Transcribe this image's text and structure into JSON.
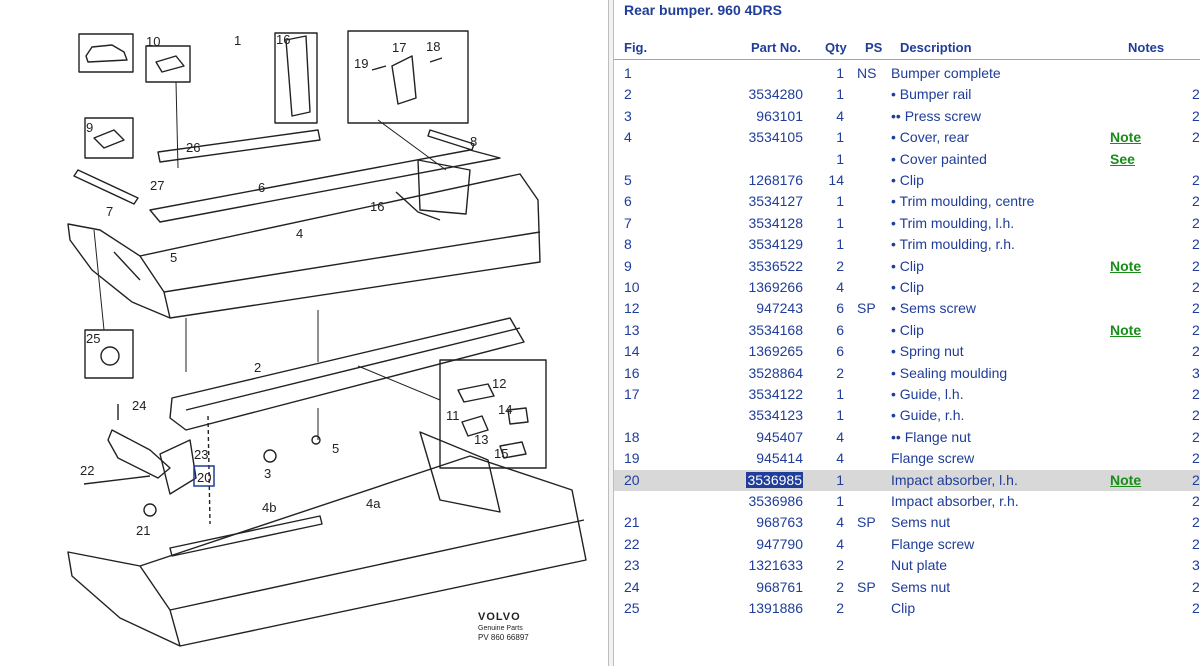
{
  "panel": {
    "title": "Rear bumper. 960 4DRS",
    "headers": {
      "fig": "Fig.",
      "part": "Part No.",
      "qty": "Qty",
      "ps": "PS",
      "desc": "Description",
      "notes": "Notes"
    }
  },
  "rows": [
    {
      "fig": "1",
      "part": "",
      "qty": "1",
      "ps": "NS",
      "desc": "Bumper complete",
      "note": "",
      "extra": ""
    },
    {
      "fig": "2",
      "part": "3534280",
      "qty": "1",
      "ps": "",
      "desc": "• Bumper rail",
      "note": "",
      "extra": "2"
    },
    {
      "fig": "3",
      "part": "963101",
      "qty": "4",
      "ps": "",
      "desc": "•• Press screw",
      "note": "",
      "extra": "2"
    },
    {
      "fig": "4",
      "part": "3534105",
      "qty": "1",
      "ps": "",
      "desc": "• Cover, rear",
      "note": "Note",
      "extra": "2"
    },
    {
      "fig": "",
      "part": "",
      "qty": "1",
      "ps": "",
      "desc": "• Cover painted",
      "note": "See",
      "extra": ""
    },
    {
      "fig": "5",
      "part": "1268176",
      "qty": "14",
      "ps": "",
      "desc": "• Clip",
      "note": "",
      "extra": "2"
    },
    {
      "fig": "6",
      "part": "3534127",
      "qty": "1",
      "ps": "",
      "desc": "• Trim moulding, centre",
      "note": "",
      "extra": "2"
    },
    {
      "fig": "7",
      "part": "3534128",
      "qty": "1",
      "ps": "",
      "desc": "• Trim moulding, l.h.",
      "note": "",
      "extra": "2"
    },
    {
      "fig": "8",
      "part": "3534129",
      "qty": "1",
      "ps": "",
      "desc": "• Trim moulding, r.h.",
      "note": "",
      "extra": "2"
    },
    {
      "fig": "9",
      "part": "3536522",
      "qty": "2",
      "ps": "",
      "desc": "• Clip",
      "note": "Note",
      "extra": "2"
    },
    {
      "fig": "10",
      "part": "1369266",
      "qty": "4",
      "ps": "",
      "desc": "• Clip",
      "note": "",
      "extra": "2"
    },
    {
      "fig": "12",
      "part": "947243",
      "qty": "6",
      "ps": "SP",
      "desc": "• Sems screw",
      "note": "",
      "extra": "2"
    },
    {
      "fig": "13",
      "part": "3534168",
      "qty": "6",
      "ps": "",
      "desc": "• Clip",
      "note": "Note",
      "extra": "2"
    },
    {
      "fig": "14",
      "part": "1369265",
      "qty": "6",
      "ps": "",
      "desc": "• Spring nut",
      "note": "",
      "extra": "2"
    },
    {
      "fig": "16",
      "part": "3528864",
      "qty": "2",
      "ps": "",
      "desc": "• Sealing moulding",
      "note": "",
      "extra": "3"
    },
    {
      "fig": "17",
      "part": "3534122",
      "qty": "1",
      "ps": "",
      "desc": "• Guide, l.h.",
      "note": "",
      "extra": "2"
    },
    {
      "fig": "",
      "part": "3534123",
      "qty": "1",
      "ps": "",
      "desc": "• Guide, r.h.",
      "note": "",
      "extra": "2"
    },
    {
      "fig": "18",
      "part": "945407",
      "qty": "4",
      "ps": "",
      "desc": "•• Flange nut",
      "note": "",
      "extra": "2"
    },
    {
      "fig": "19",
      "part": "945414",
      "qty": "4",
      "ps": "",
      "desc": "Flange screw",
      "note": "",
      "extra": "2"
    },
    {
      "fig": "20",
      "part": "3536985",
      "qty": "1",
      "ps": "",
      "desc": "Impact absorber, l.h.",
      "note": "Note",
      "extra": "2",
      "selected": true
    },
    {
      "fig": "",
      "part": "3536986",
      "qty": "1",
      "ps": "",
      "desc": "Impact absorber, r.h.",
      "note": "",
      "extra": "2"
    },
    {
      "fig": "21",
      "part": "968763",
      "qty": "4",
      "ps": "SP",
      "desc": "Sems nut",
      "note": "",
      "extra": "2"
    },
    {
      "fig": "22",
      "part": "947790",
      "qty": "4",
      "ps": "",
      "desc": "Flange screw",
      "note": "",
      "extra": "2"
    },
    {
      "fig": "23",
      "part": "1321633",
      "qty": "2",
      "ps": "",
      "desc": "Nut plate",
      "note": "",
      "extra": "3"
    },
    {
      "fig": "24",
      "part": "968761",
      "qty": "2",
      "ps": "SP",
      "desc": "Sems nut",
      "note": "",
      "extra": "2"
    },
    {
      "fig": "25",
      "part": "1391886",
      "qty": "2",
      "ps": "",
      "desc": "Clip",
      "note": "",
      "extra": "2"
    }
  ],
  "diagram": {
    "labels": [
      "1",
      "2",
      "3",
      "4",
      "4a",
      "4b",
      "5",
      "5",
      "6",
      "7",
      "8",
      "9",
      "10",
      "11",
      "12",
      "13",
      "14",
      "15",
      "16",
      "16",
      "17",
      "18",
      "19",
      "20",
      "21",
      "22",
      "23",
      "24",
      "25",
      "26",
      "27"
    ],
    "brand": {
      "name": "VOLVO",
      "sub": "Genuine Parts",
      "code": "PV 860 66897"
    },
    "highlight_label": "20"
  }
}
